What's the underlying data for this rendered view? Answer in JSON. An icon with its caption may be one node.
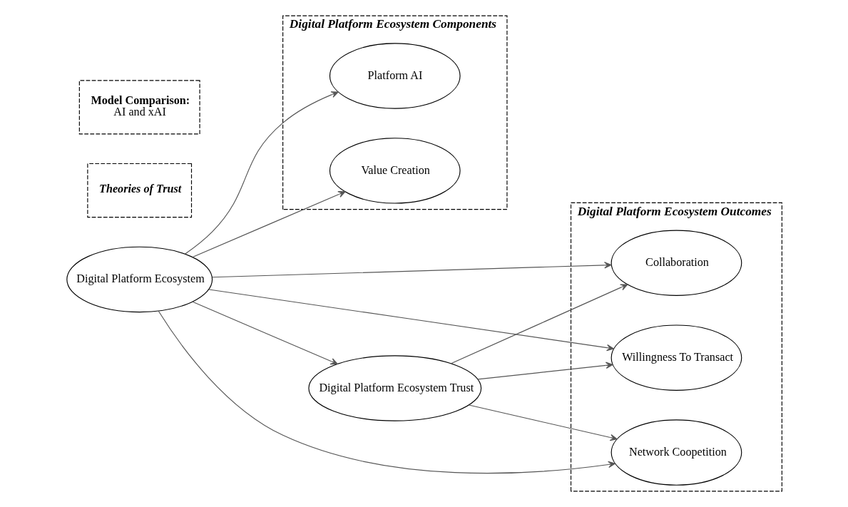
{
  "diagram": {
    "nodes": [
      {
        "text": [
          "Digital Platform Ecosystem Components"
        ]
      },
      {
        "text": [
          "Platform AI"
        ],
        "in": 0
      },
      {
        "text": [
          "Value Creation"
        ],
        "in": 0
      },
      {
        "text": [
          "Theories of Trust"
        ]
      },
      {
        "text": [
          "Digital Platform Ecosystem"
        ]
      },
      {
        "text": [
          "Model Comparison:",
          "AI and xAI"
        ]
      },
      {
        "text": [
          "Digital Platform Ecosystem Trust"
        ]
      },
      {
        "text": [
          "Digital Platform Ecosystem Outcomes"
        ]
      },
      {
        "text": [
          "Network Coopetition"
        ],
        "in": 7
      },
      {
        "text": [
          "Collaboration"
        ],
        "in": 7
      },
      {
        "text": [
          "Willingness To Transact"
        ],
        "in": 7
      }
    ],
    "edges": [
      {
        "from": 4,
        "to": 1,
        "arrow": "to"
      },
      {
        "from": 4,
        "to": 2,
        "arrow": "to"
      },
      {
        "from": 4,
        "to": 6,
        "arrow": "to"
      },
      {
        "from": 4,
        "to": 8,
        "arrow": "to"
      },
      {
        "from": 4,
        "to": 9,
        "arrow": "to"
      },
      {
        "from": 4,
        "to": 10,
        "arrow": "to"
      },
      {
        "from": 6,
        "to": 8,
        "arrow": "to"
      },
      {
        "from": 6,
        "to": 9,
        "arrow": "to"
      },
      {
        "from": 6,
        "to": 10,
        "arrow": "to"
      }
    ]
  }
}
